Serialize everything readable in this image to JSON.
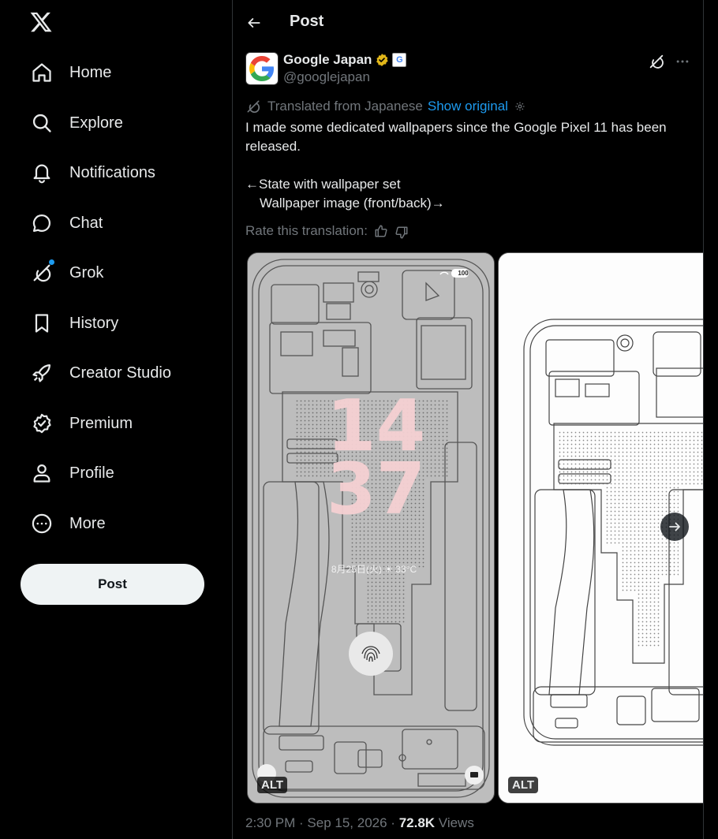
{
  "sidebar": {
    "items": [
      {
        "label": "Home"
      },
      {
        "label": "Explore"
      },
      {
        "label": "Notifications"
      },
      {
        "label": "Chat"
      },
      {
        "label": "Grok"
      },
      {
        "label": "History"
      },
      {
        "label": "Creator Studio"
      },
      {
        "label": "Premium"
      },
      {
        "label": "Profile"
      },
      {
        "label": "More"
      }
    ],
    "post_label": "Post"
  },
  "header": {
    "title": "Post"
  },
  "post": {
    "author_name": "Google Japan",
    "handle": "@googlejapan",
    "affiliate_badge": "G",
    "translated_label": "Translated from Japanese",
    "show_original": "Show original",
    "text_line1": "I made some dedicated wallpapers since the Google Pixel 11 has been released.",
    "text_line2": "←State with wallpaper set",
    "text_line3": "Wallpaper image (front/back)→",
    "rate_label": "Rate this translation:",
    "media": [
      {
        "alt": "ALT",
        "time_hour": "14",
        "time_min": "37",
        "date": "8月25日(火) ☀ 33°C",
        "battery": "100"
      },
      {
        "alt": "ALT"
      }
    ],
    "meta": {
      "time": "2:30 PM",
      "sep": " · ",
      "date": "Sep 15, 2026",
      "views_count": "72.8K",
      "views_label": "Views"
    }
  },
  "colors": {
    "background": "#000000",
    "text": "#e7e9ea",
    "muted": "#71767b",
    "accent": "#1d9bf0",
    "verified_gold": "#e2b719"
  }
}
